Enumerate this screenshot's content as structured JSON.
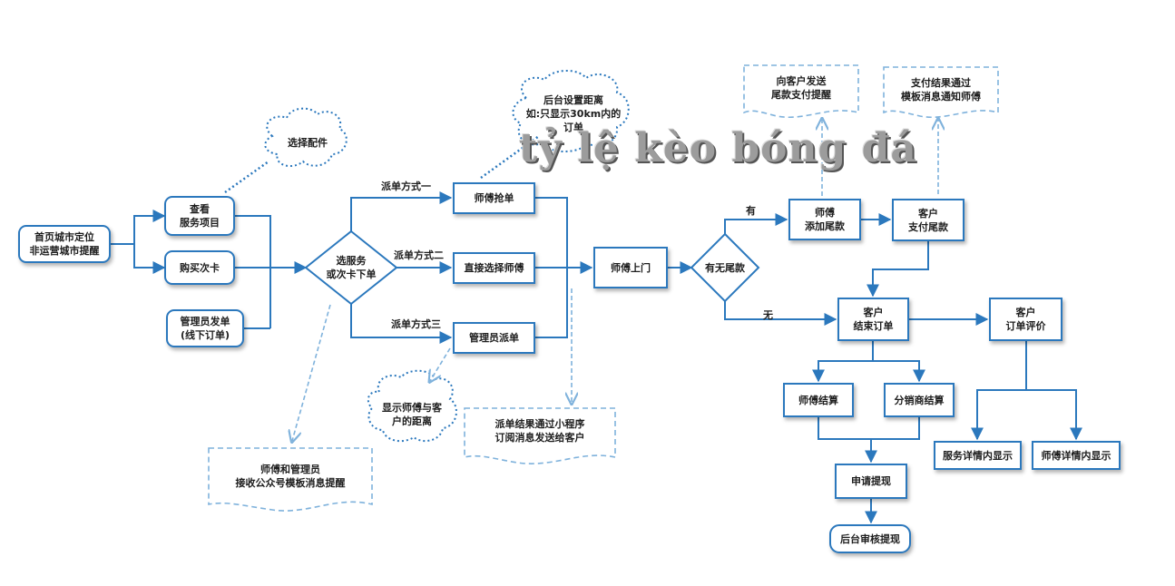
{
  "colors": {
    "line": "#2b78bd",
    "note_line": "#7fb2dc",
    "text": "#1d1d1d",
    "watermark": "#9c9c9c"
  },
  "nodes": {
    "start": "首页城市定位\n非运营城市提醒",
    "view_services": "查看\n服务项目",
    "buy_card": "购买次卡",
    "admin_order": "管理员发单\n(线下订单)",
    "choose_service": "选服务\n或次卡下单",
    "master_grab": "师傅抢单",
    "direct_select": "直接选择师傅",
    "admin_dispatch": "管理员派单",
    "master_visit": "师傅上门",
    "has_balance": "有无尾款",
    "master_add_balance": "师傅\n添加尾款",
    "customer_pay_balance": "客户\n支付尾款",
    "customer_finish": "客户\n结束订单",
    "customer_review": "客户\n订单评价",
    "master_settle": "师傅结算",
    "distributor_settle": "分销商结算",
    "apply_withdraw": "申请提现",
    "backend_review": "后台审核提现",
    "service_detail": "服务详情内显示",
    "master_detail": "师傅详情内显示"
  },
  "labels": {
    "dispatch_one": "派单方式一",
    "dispatch_two": "派单方式二",
    "dispatch_three": "派单方式三",
    "yes": "有",
    "no": "无"
  },
  "notes": {
    "choose_parts": "选择配件",
    "backend_distance": "后台设置距离\n如:只显示30km内的\n订单",
    "show_distance": "显示师傅与客\n户的距离",
    "template_notice": "师傅和管理员\n接收公众号模板消息提醒",
    "miniprogram_notice": "派单结果通过小程序\n订阅消息发送给客户",
    "send_balance_notice": "向客户发送\n尾款支付提醒",
    "pay_result_notice": "支付结果通过\n模板消息通知师傅"
  },
  "watermark": "tỷ lệ kèo bóng đá"
}
